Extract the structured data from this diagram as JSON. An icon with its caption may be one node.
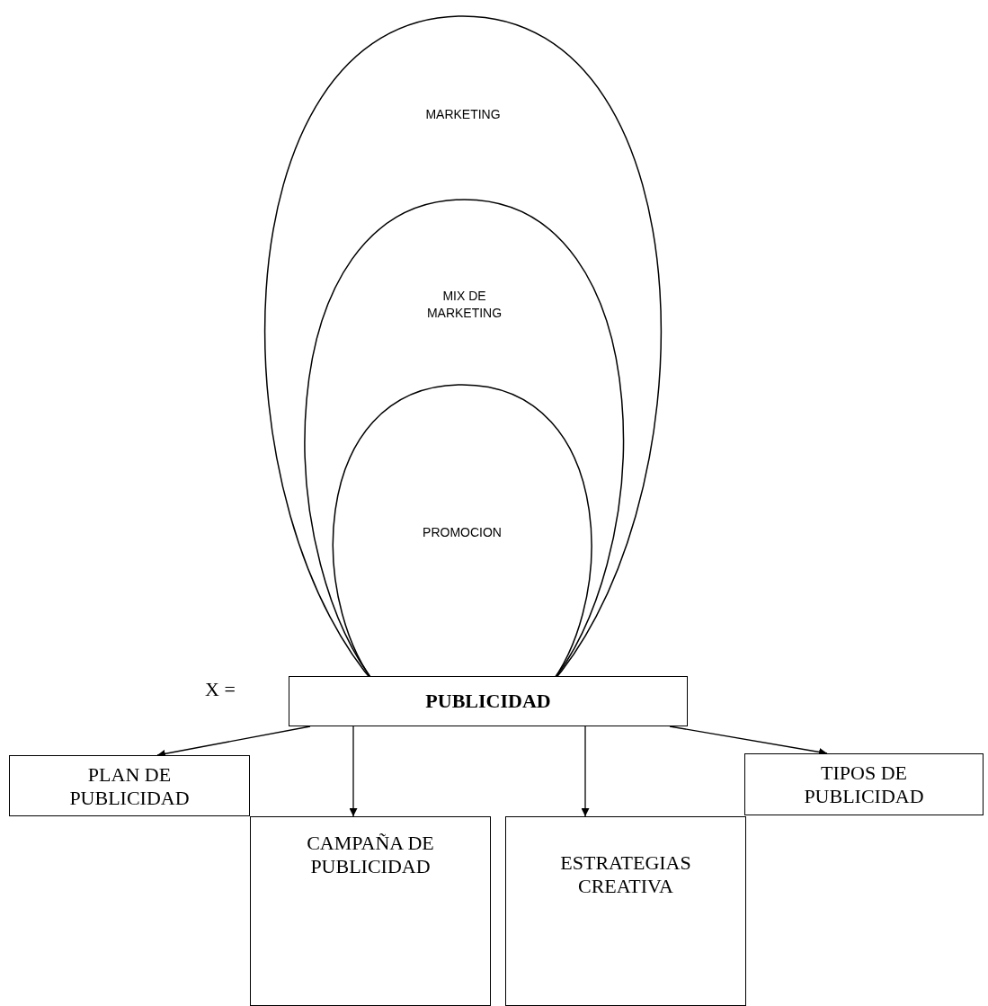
{
  "diagram": {
    "nodes": [
      {
        "text": [
          "MARKETING"
        ]
      },
      {
        "text": [
          "MIX DE MARKETING"
        ],
        "in": 0
      },
      {
        "text": [
          "PROMOCION"
        ],
        "in": 1
      },
      {
        "text": [
          "PUBLICIDAD"
        ]
      },
      {
        "text": [
          "PLAN DE PUBLICIDAD"
        ]
      },
      {
        "text": [
          "CAMPAÑA DE PUBLICIDAD"
        ]
      },
      {
        "text": [
          "ESTRATEGIAS CREATIVA"
        ]
      },
      {
        "text": [
          "TIPOS DE PUBLICIDAD"
        ]
      }
    ],
    "edges": [
      {
        "from": 3,
        "to": 4,
        "arrow": "to"
      },
      {
        "from": 3,
        "to": 5,
        "arrow": "to"
      },
      {
        "from": 3,
        "to": 6,
        "arrow": "to"
      },
      {
        "from": 3,
        "to": 7,
        "arrow": "to"
      }
    ],
    "labels": [
      "X ="
    ]
  }
}
